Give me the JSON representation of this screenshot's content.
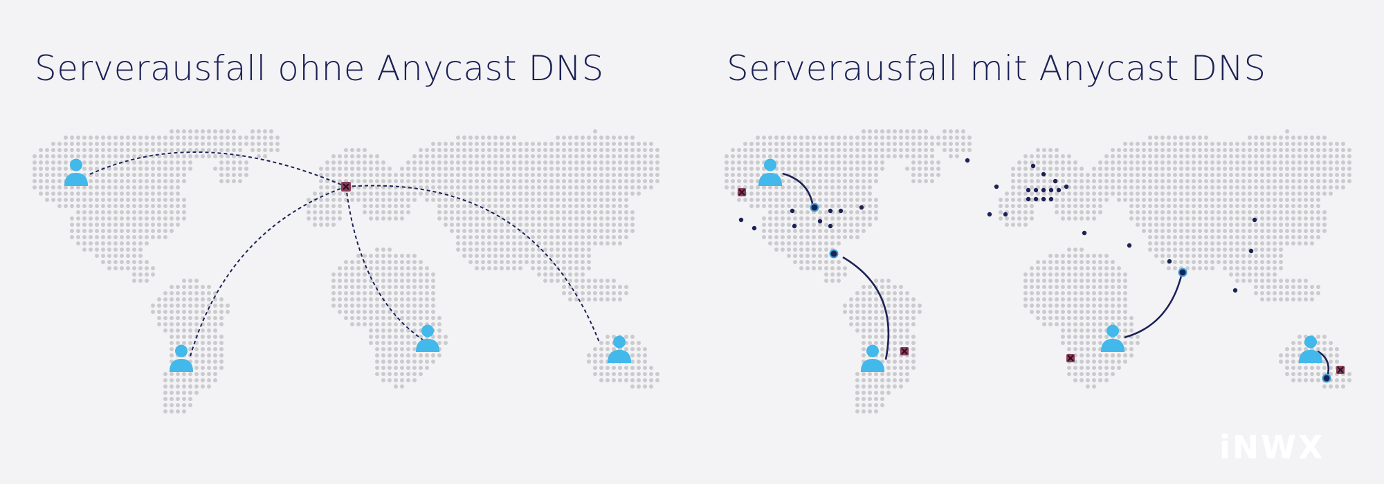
{
  "panels": {
    "left": {
      "title": "Serverausfall ohne Anycast DNS"
    },
    "right": {
      "title": "Serverausfall mit Anycast DNS"
    }
  },
  "logo": {
    "text": "iNWX"
  },
  "colors": {
    "background": "#f3f3f5",
    "map_dot": "#cbcbcf",
    "title": "#1c2255",
    "user_icon": "#43b8ea",
    "failed_server": "#7a2f48",
    "server_node": "#1c2255",
    "active_server_ring": "#3aa2d6",
    "connection_line": "#1c2255"
  },
  "icons": {
    "user": "user-icon",
    "failed_server": "failed-server-x-icon",
    "server": "server-node-icon"
  }
}
